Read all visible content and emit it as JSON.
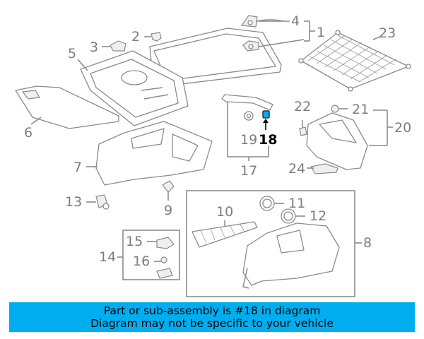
{
  "diagram": {
    "callouts": [
      {
        "id": "1",
        "label": "1"
      },
      {
        "id": "2",
        "label": "2"
      },
      {
        "id": "3",
        "label": "3"
      },
      {
        "id": "4",
        "label": "4"
      },
      {
        "id": "5",
        "label": "5"
      },
      {
        "id": "6",
        "label": "6"
      },
      {
        "id": "7",
        "label": "7"
      },
      {
        "id": "8",
        "label": "8"
      },
      {
        "id": "9",
        "label": "9"
      },
      {
        "id": "10",
        "label": "10"
      },
      {
        "id": "11",
        "label": "11"
      },
      {
        "id": "12",
        "label": "12"
      },
      {
        "id": "13",
        "label": "13"
      },
      {
        "id": "14",
        "label": "14"
      },
      {
        "id": "15",
        "label": "15"
      },
      {
        "id": "16",
        "label": "16"
      },
      {
        "id": "17",
        "label": "17"
      },
      {
        "id": "18",
        "label": "18"
      },
      {
        "id": "19",
        "label": "19"
      },
      {
        "id": "20",
        "label": "20"
      },
      {
        "id": "21",
        "label": "21"
      },
      {
        "id": "22",
        "label": "22"
      },
      {
        "id": "23",
        "label": "23"
      },
      {
        "id": "24",
        "label": "24"
      }
    ],
    "highlighted_part": "18",
    "highlight_color": "#00adef",
    "line_color": "#8c8c8c"
  },
  "banner": {
    "line1": "Part or sub-assembly is #18 in diagram",
    "line2": "Diagram may not be specific to your vehicle",
    "background": "#00adef"
  }
}
